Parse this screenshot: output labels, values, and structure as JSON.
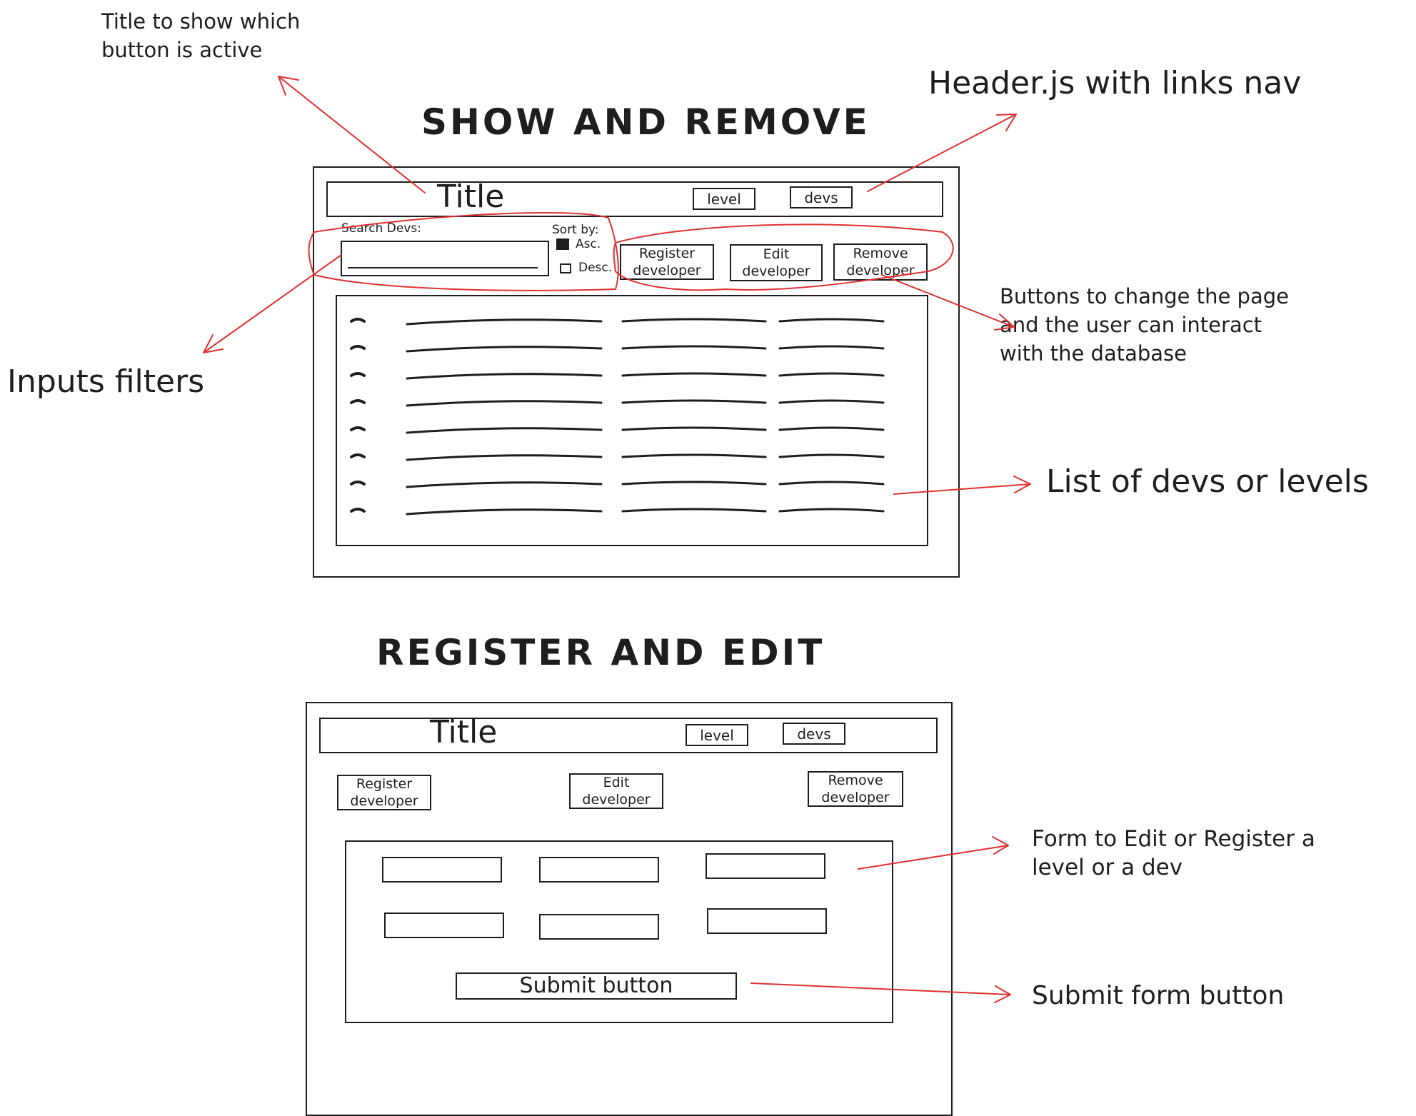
{
  "annotations": {
    "title_note": "Title to show which\nbutton is active",
    "header_note": "Header.js with links nav",
    "inputs_note": "Inputs filters",
    "buttons_note": "Buttons to change the page\nand the user can interact\nwith the database",
    "list_note": "List of devs or levels",
    "form_note": "Form to Edit or Register a\nlevel or a dev",
    "submit_note": "Submit form button"
  },
  "show_remove": {
    "heading": "SHOW AND REMOVE",
    "header": {
      "title": "Title",
      "nav_level": "level",
      "nav_devs": "devs"
    },
    "search_label": "Search Devs:",
    "sort_label": "Sort by:",
    "sort_asc": "Asc.",
    "sort_desc": "Desc.",
    "btn_register": "Register\ndeveloper",
    "btn_edit": "Edit\ndeveloper",
    "btn_remove": "Remove\ndeveloper",
    "list_rows": 8
  },
  "register_edit": {
    "heading": "REGISTER AND EDIT",
    "header": {
      "title": "Title",
      "nav_level": "level",
      "nav_devs": "devs"
    },
    "btn_register": "Register\ndeveloper",
    "btn_edit": "Edit\ndeveloper",
    "btn_remove": "Remove\ndeveloper",
    "submit": "Submit button"
  },
  "colors": {
    "ink": "#1e1e1e",
    "annotation": "#e03131"
  }
}
